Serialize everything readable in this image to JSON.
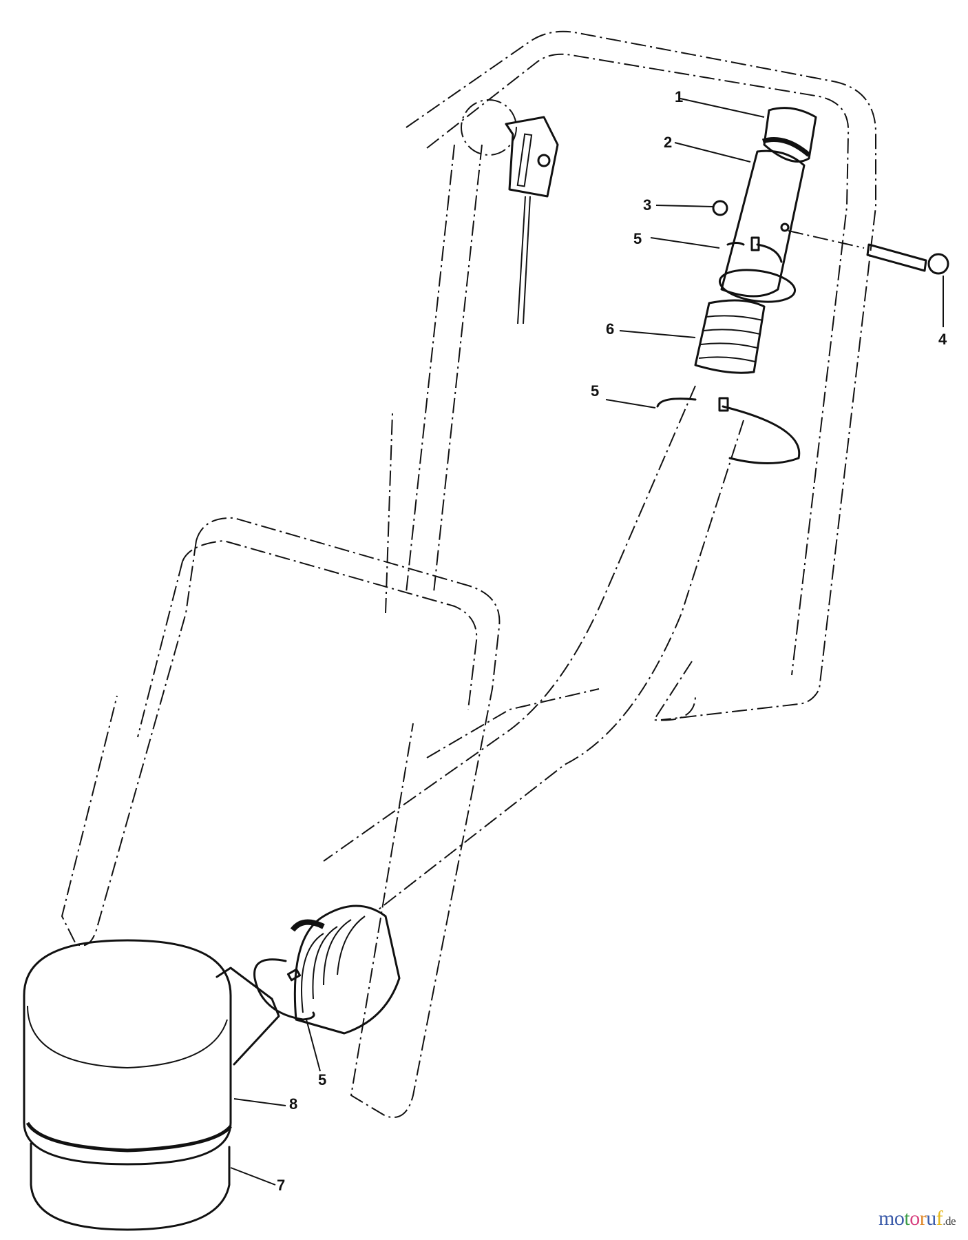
{
  "diagram": {
    "type": "exploded-parts-diagram",
    "subject": "grass bag / vacuum handle assembly with flexible hose",
    "callouts": [
      {
        "id": "1",
        "label": "1"
      },
      {
        "id": "2",
        "label": "2"
      },
      {
        "id": "3",
        "label": "3"
      },
      {
        "id": "4",
        "label": "4"
      },
      {
        "id": "5a",
        "label": "5"
      },
      {
        "id": "6",
        "label": "6"
      },
      {
        "id": "5b",
        "label": "5"
      },
      {
        "id": "5c",
        "label": "5"
      },
      {
        "id": "8",
        "label": "8"
      },
      {
        "id": "7",
        "label": "7"
      }
    ]
  },
  "watermark": {
    "letters": [
      "m",
      "o",
      "t",
      "o",
      "r",
      "u",
      "f"
    ],
    "colors": [
      "#3b5ba9",
      "#3b5ba9",
      "#3a9b46",
      "#d8407f",
      "#e0892b",
      "#3b5ba9",
      "#e5b81c"
    ],
    "suffix": ".de"
  }
}
